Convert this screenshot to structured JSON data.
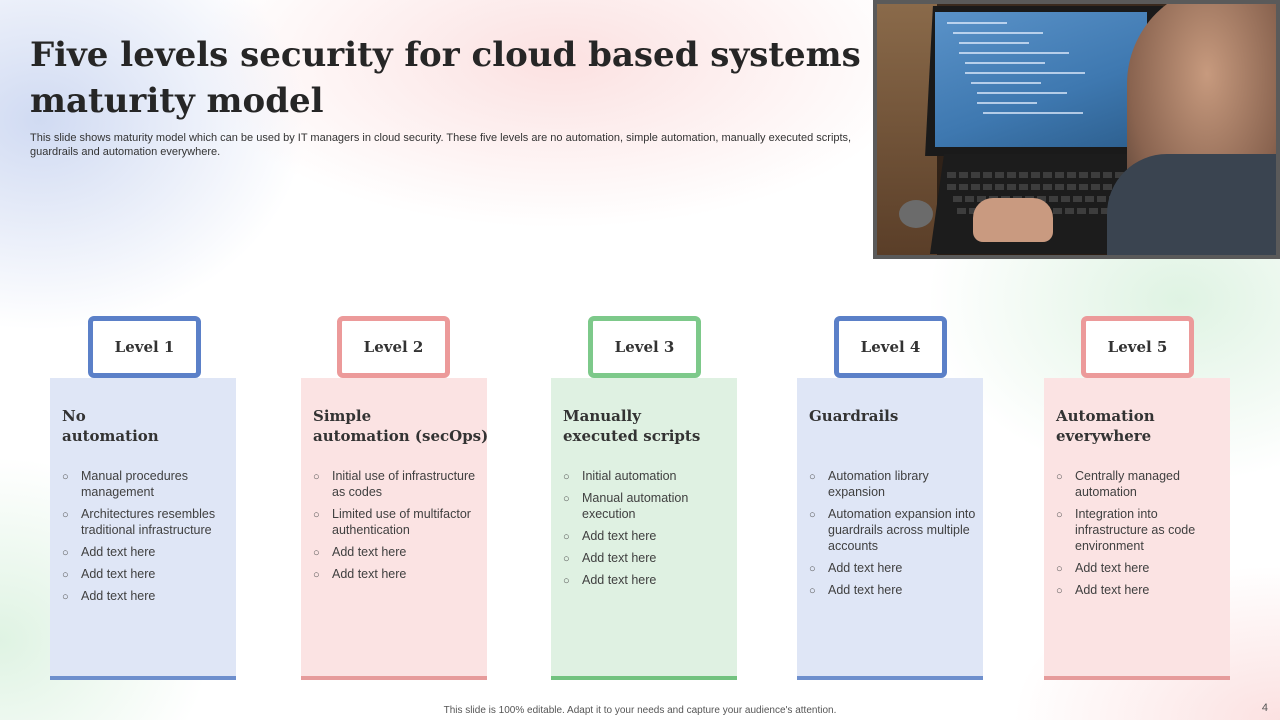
{
  "slide": {
    "title": "Five levels security for cloud based systems maturity model",
    "subtitle": "This slide shows maturity model which can be used by IT managers in cloud security. These five levels are no automation, simple automation, manually executed scripts, guardrails and automation everywhere.",
    "footer": "This slide is 100% editable. Adapt it to your needs and capture your audience's attention.",
    "page_number": "4"
  },
  "colors": {
    "blue_border": "#5b80c8",
    "pink_border": "#ec9a9a",
    "green_border": "#7dc98a",
    "blue_fill": "#dfe6f6",
    "pink_fill": "#fbe3e3",
    "green_fill": "#dff1e2",
    "blue_bar": "#6e8fcd",
    "pink_bar": "#e69b9b",
    "green_bar": "#72c27f"
  },
  "bullet_icon": "○",
  "levels": [
    {
      "badge": "Level 1",
      "heading": "No\nautomation",
      "items": [
        "Manual procedures management",
        "Architectures resembles traditional infrastructure",
        "Add text here",
        "Add text here",
        "Add text here"
      ]
    },
    {
      "badge": "Level 2",
      "heading": "Simple\nautomation (secOps)",
      "items": [
        "Initial use of infrastructure as codes",
        "Limited use of multifactor authentication",
        "Add text here",
        "Add text here"
      ]
    },
    {
      "badge": "Level 3",
      "heading": "Manually\nexecuted scripts",
      "items": [
        "Initial automation",
        "Manual automation execution",
        "Add text here",
        "Add text here",
        "Add text here"
      ]
    },
    {
      "badge": "Level 4",
      "heading": "Guardrails",
      "items": [
        "Automation library expansion",
        "Automation expansion into guardrails across multiple accounts",
        "Add text here",
        "Add text here"
      ]
    },
    {
      "badge": "Level 5",
      "heading": "Automation\neverywhere",
      "items": [
        "Centrally managed automation",
        "Integration into infrastructure as code environment",
        "Add text here",
        "Add text here"
      ]
    }
  ]
}
